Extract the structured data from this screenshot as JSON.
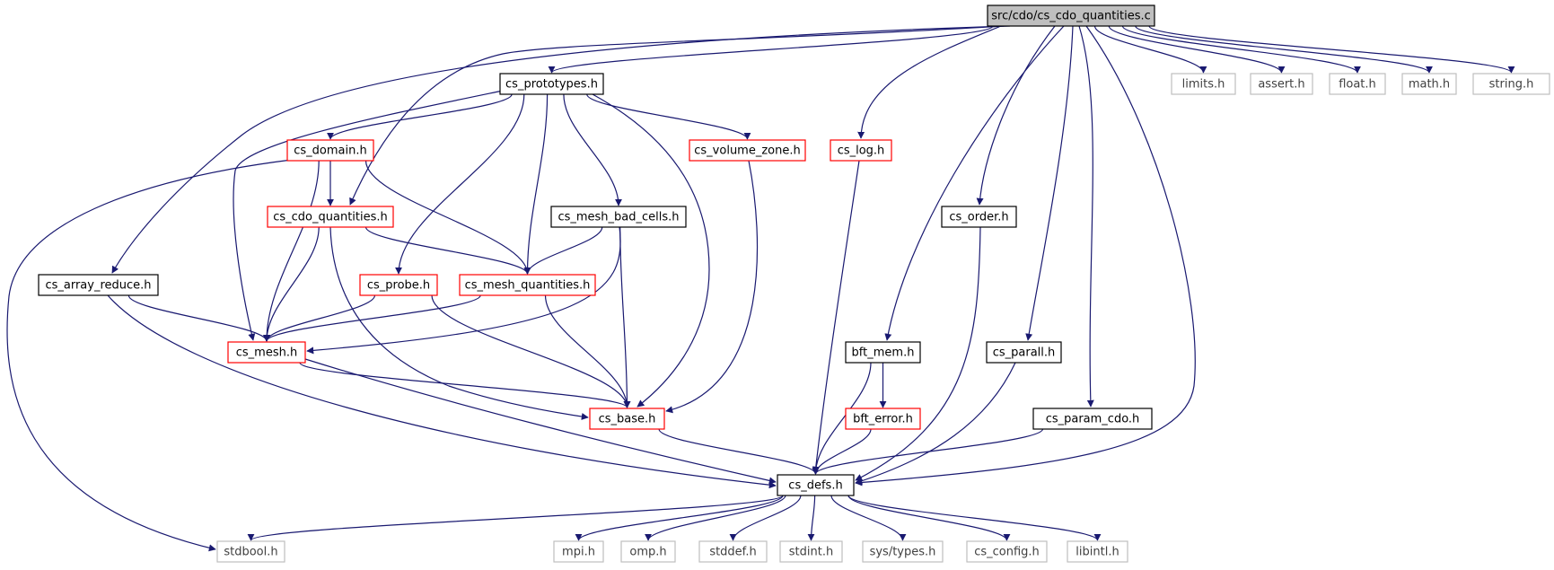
{
  "diagram": {
    "type": "include-dependency-graph",
    "nodes": [
      {
        "id": "root",
        "label": "src/cdo/cs_cdo_quantities.c",
        "kind": "root"
      },
      {
        "id": "proto",
        "label": "cs_prototypes.h",
        "kind": "documented"
      },
      {
        "id": "limits",
        "label": "limits.h",
        "kind": "system"
      },
      {
        "id": "assert",
        "label": "assert.h",
        "kind": "system"
      },
      {
        "id": "float",
        "label": "float.h",
        "kind": "system"
      },
      {
        "id": "math",
        "label": "math.h",
        "kind": "system"
      },
      {
        "id": "string",
        "label": "string.h",
        "kind": "system"
      },
      {
        "id": "domain",
        "label": "cs_domain.h",
        "kind": "truncated"
      },
      {
        "id": "vzone",
        "label": "cs_volume_zone.h",
        "kind": "truncated"
      },
      {
        "id": "log",
        "label": "cs_log.h",
        "kind": "truncated"
      },
      {
        "id": "cdoq",
        "label": "cs_cdo_quantities.h",
        "kind": "truncated"
      },
      {
        "id": "mbc",
        "label": "cs_mesh_bad_cells.h",
        "kind": "documented"
      },
      {
        "id": "order",
        "label": "cs_order.h",
        "kind": "documented"
      },
      {
        "id": "array",
        "label": "cs_array_reduce.h",
        "kind": "documented"
      },
      {
        "id": "probe",
        "label": "cs_probe.h",
        "kind": "truncated"
      },
      {
        "id": "mq",
        "label": "cs_mesh_quantities.h",
        "kind": "truncated"
      },
      {
        "id": "mesh",
        "label": "cs_mesh.h",
        "kind": "truncated"
      },
      {
        "id": "bftmem",
        "label": "bft_mem.h",
        "kind": "documented"
      },
      {
        "id": "parall",
        "label": "cs_parall.h",
        "kind": "documented"
      },
      {
        "id": "base",
        "label": "cs_base.h",
        "kind": "truncated"
      },
      {
        "id": "bfterr",
        "label": "bft_error.h",
        "kind": "truncated"
      },
      {
        "id": "pcdo",
        "label": "cs_param_cdo.h",
        "kind": "documented"
      },
      {
        "id": "defs",
        "label": "cs_defs.h",
        "kind": "documented"
      },
      {
        "id": "stdbool",
        "label": "stdbool.h",
        "kind": "system"
      },
      {
        "id": "mpi",
        "label": "mpi.h",
        "kind": "system"
      },
      {
        "id": "omp",
        "label": "omp.h",
        "kind": "system"
      },
      {
        "id": "stddef",
        "label": "stddef.h",
        "kind": "system"
      },
      {
        "id": "stdint",
        "label": "stdint.h",
        "kind": "system"
      },
      {
        "id": "systypes",
        "label": "sys/types.h",
        "kind": "system"
      },
      {
        "id": "config",
        "label": "cs_config.h",
        "kind": "system"
      },
      {
        "id": "libintl",
        "label": "libintl.h",
        "kind": "system"
      }
    ],
    "edges": [
      [
        "root",
        "proto"
      ],
      [
        "root",
        "limits"
      ],
      [
        "root",
        "assert"
      ],
      [
        "root",
        "float"
      ],
      [
        "root",
        "math"
      ],
      [
        "root",
        "string"
      ],
      [
        "root",
        "log"
      ],
      [
        "root",
        "cdoq"
      ],
      [
        "root",
        "array"
      ],
      [
        "root",
        "order"
      ],
      [
        "root",
        "bftmem"
      ],
      [
        "root",
        "parall"
      ],
      [
        "root",
        "pcdo"
      ],
      [
        "root",
        "defs"
      ],
      [
        "proto",
        "domain"
      ],
      [
        "proto",
        "vzone"
      ],
      [
        "proto",
        "mbc"
      ],
      [
        "proto",
        "probe"
      ],
      [
        "proto",
        "mq"
      ],
      [
        "proto",
        "mesh"
      ],
      [
        "proto",
        "base"
      ],
      [
        "domain",
        "cdoq"
      ],
      [
        "domain",
        "mq"
      ],
      [
        "domain",
        "mesh"
      ],
      [
        "domain",
        "stdbool"
      ],
      [
        "cdoq",
        "mq"
      ],
      [
        "cdoq",
        "mesh"
      ],
      [
        "cdoq",
        "base"
      ],
      [
        "mbc",
        "mq"
      ],
      [
        "mbc",
        "mesh"
      ],
      [
        "mbc",
        "base"
      ],
      [
        "vzone",
        "base"
      ],
      [
        "log",
        "defs"
      ],
      [
        "order",
        "defs"
      ],
      [
        "array",
        "mesh"
      ],
      [
        "array",
        "defs"
      ],
      [
        "probe",
        "mesh"
      ],
      [
        "probe",
        "base"
      ],
      [
        "mq",
        "mesh"
      ],
      [
        "mq",
        "base"
      ],
      [
        "mesh",
        "base"
      ],
      [
        "mesh",
        "defs"
      ],
      [
        "bftmem",
        "bfterr"
      ],
      [
        "bftmem",
        "defs"
      ],
      [
        "parall",
        "defs"
      ],
      [
        "bfterr",
        "defs"
      ],
      [
        "pcdo",
        "defs"
      ],
      [
        "base",
        "defs"
      ],
      [
        "defs",
        "stdbool"
      ],
      [
        "defs",
        "mpi"
      ],
      [
        "defs",
        "omp"
      ],
      [
        "defs",
        "stddef"
      ],
      [
        "defs",
        "stdint"
      ],
      [
        "defs",
        "systypes"
      ],
      [
        "defs",
        "config"
      ],
      [
        "defs",
        "libintl"
      ]
    ]
  },
  "colors": {
    "edge": "#191970",
    "root_fill": "#bfbfbf",
    "documented_stroke": "#000000",
    "truncated_stroke": "#ff0000",
    "system_stroke": "#bfbfbf",
    "system_text": "#404040"
  }
}
